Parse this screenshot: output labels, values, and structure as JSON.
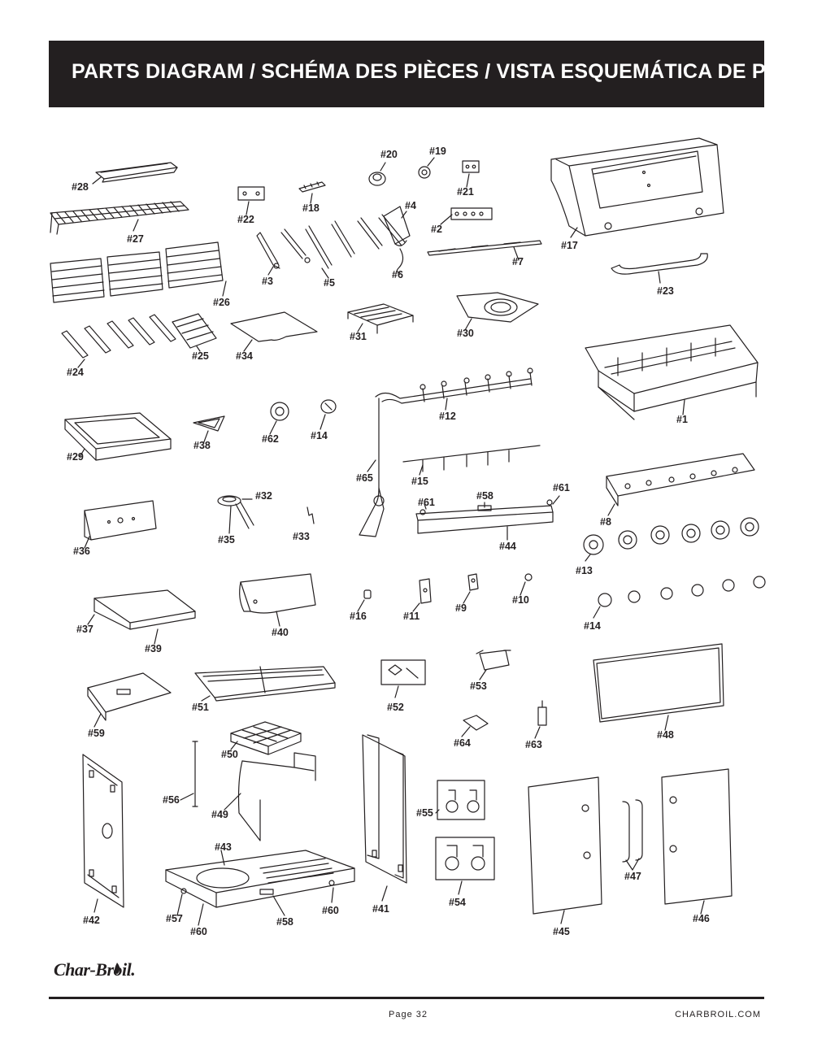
{
  "header": {
    "title": "PARTS DIAGRAM / SCHÉMA DES PIÈCES / VISTA ESQUEMÁTICA DE PIEZAS"
  },
  "parts": [
    {
      "id": "p28",
      "label": "#28"
    },
    {
      "id": "p27",
      "label": "#27"
    },
    {
      "id": "p26",
      "label": "#26"
    },
    {
      "id": "p24",
      "label": "#24"
    },
    {
      "id": "p25",
      "label": "#25"
    },
    {
      "id": "p34",
      "label": "#34"
    },
    {
      "id": "p22",
      "label": "#22"
    },
    {
      "id": "p18",
      "label": "#18"
    },
    {
      "id": "p20",
      "label": "#20"
    },
    {
      "id": "p19",
      "label": "#19"
    },
    {
      "id": "p21",
      "label": "#21"
    },
    {
      "id": "p4",
      "label": "#4"
    },
    {
      "id": "p2",
      "label": "#2"
    },
    {
      "id": "p3",
      "label": "#3"
    },
    {
      "id": "p5",
      "label": "#5"
    },
    {
      "id": "p6",
      "label": "#6"
    },
    {
      "id": "p7",
      "label": "#7"
    },
    {
      "id": "p17",
      "label": "#17"
    },
    {
      "id": "p23",
      "label": "#23"
    },
    {
      "id": "p31",
      "label": "#31"
    },
    {
      "id": "p30",
      "label": "#30"
    },
    {
      "id": "p1",
      "label": "#1"
    },
    {
      "id": "p29",
      "label": "#29"
    },
    {
      "id": "p38",
      "label": "#38"
    },
    {
      "id": "p62",
      "label": "#62"
    },
    {
      "id": "p14a",
      "label": "#14"
    },
    {
      "id": "p12",
      "label": "#12"
    },
    {
      "id": "p65",
      "label": "#65"
    },
    {
      "id": "p15",
      "label": "#15"
    },
    {
      "id": "p61",
      "label": "#61"
    },
    {
      "id": "p58a",
      "label": "#58"
    },
    {
      "id": "p61b",
      "label": "#61"
    },
    {
      "id": "p44",
      "label": "#44"
    },
    {
      "id": "p8",
      "label": "#8"
    },
    {
      "id": "p36",
      "label": "#36"
    },
    {
      "id": "p32",
      "label": "#32"
    },
    {
      "id": "p35",
      "label": "#35"
    },
    {
      "id": "p33",
      "label": "#33"
    },
    {
      "id": "p13",
      "label": "#13"
    },
    {
      "id": "p37",
      "label": "#37"
    },
    {
      "id": "p39",
      "label": "#39"
    },
    {
      "id": "p40",
      "label": "#40"
    },
    {
      "id": "p16",
      "label": "#16"
    },
    {
      "id": "p11",
      "label": "#11"
    },
    {
      "id": "p9",
      "label": "#9"
    },
    {
      "id": "p10",
      "label": "#10"
    },
    {
      "id": "p14b",
      "label": "#14"
    },
    {
      "id": "p59",
      "label": "#59"
    },
    {
      "id": "p51",
      "label": "#51"
    },
    {
      "id": "p52",
      "label": "#52"
    },
    {
      "id": "p53",
      "label": "#53"
    },
    {
      "id": "p48",
      "label": "#48"
    },
    {
      "id": "p64",
      "label": "#64"
    },
    {
      "id": "p63",
      "label": "#63"
    },
    {
      "id": "p50",
      "label": "#50"
    },
    {
      "id": "p56",
      "label": "#56"
    },
    {
      "id": "p49",
      "label": "#49"
    },
    {
      "id": "p55",
      "label": "#55"
    },
    {
      "id": "p47",
      "label": "#47"
    },
    {
      "id": "p43",
      "label": "#43"
    },
    {
      "id": "p42",
      "label": "#42"
    },
    {
      "id": "p57",
      "label": "#57"
    },
    {
      "id": "p60a",
      "label": "#60"
    },
    {
      "id": "p58b",
      "label": "#58"
    },
    {
      "id": "p60b",
      "label": "#60"
    },
    {
      "id": "p41",
      "label": "#41"
    },
    {
      "id": "p54",
      "label": "#54"
    },
    {
      "id": "p45",
      "label": "#45"
    },
    {
      "id": "p46",
      "label": "#46"
    }
  ],
  "footer": {
    "brand": "Char-Broil.",
    "page": "Page 32",
    "website": "CHARBROIL.COM"
  }
}
